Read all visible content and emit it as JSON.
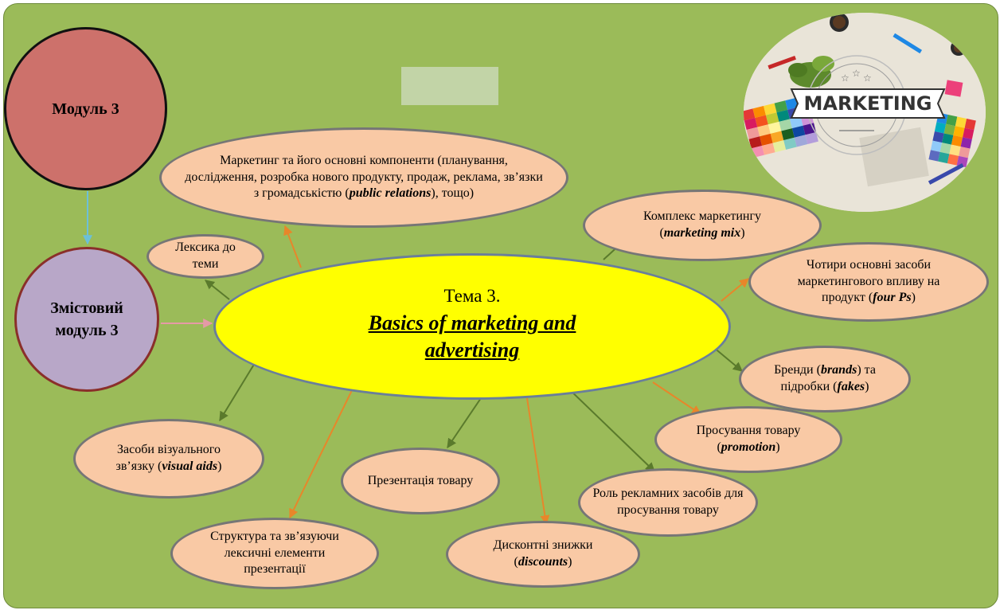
{
  "module": {
    "label": "Модуль 3"
  },
  "submodule": {
    "label": "Змістовий модуль 3"
  },
  "topic": {
    "line1": "Тема 3.",
    "title": "Basics of marketing and advertising"
  },
  "photo": {
    "logo_text": "MARKETING"
  },
  "branches": {
    "marketing_components": {
      "text": "Маркетинг та його основні компоненти (планування, дослідження, розробка нового продукту, продаж, реклама, зв’язки з громадськістю (",
      "term": "public relations",
      "after": "), тощо)"
    },
    "vocabulary": {
      "text": "Лексика до теми"
    },
    "marketing_mix": {
      "text": "Комплекс маркетингу (",
      "term": "marketing mix",
      "after": ")"
    },
    "four_ps": {
      "text": "Чотири основні засоби маркетингового впливу на продукт (",
      "term": "four Ps",
      "after": ")"
    },
    "brands": {
      "text1": "Бренди (",
      "term1": "brands",
      "text2": ") та підробки (",
      "term2": "fakes",
      "after": ")"
    },
    "promotion": {
      "text": "Просування товару (",
      "term": "promotion",
      "after": ")"
    },
    "advertising_role": {
      "text": "Роль рекламних засобів для просування товару"
    },
    "discounts": {
      "text": "Дисконтні знижки (",
      "term": "discounts",
      "after": ")"
    },
    "presentation": {
      "text": "Презентація товару"
    },
    "presentation_structure": {
      "text": "Структура та зв’язуючи лексичні елементи презентації"
    },
    "visual_aids": {
      "text": "Засоби візуального зв’язку (",
      "term": "visual aids",
      "after": ")"
    }
  },
  "colors": {
    "background": "#9bbb59",
    "module": "#cd716b",
    "submodule": "#b8a7c8",
    "central": "#ffff00",
    "branch": "#f9c9a5",
    "arrow_green": "#5a7a2c",
    "arrow_orange": "#e8862a",
    "arrow_blue": "#6cc0d8",
    "arrow_pink": "#e59aa6"
  }
}
